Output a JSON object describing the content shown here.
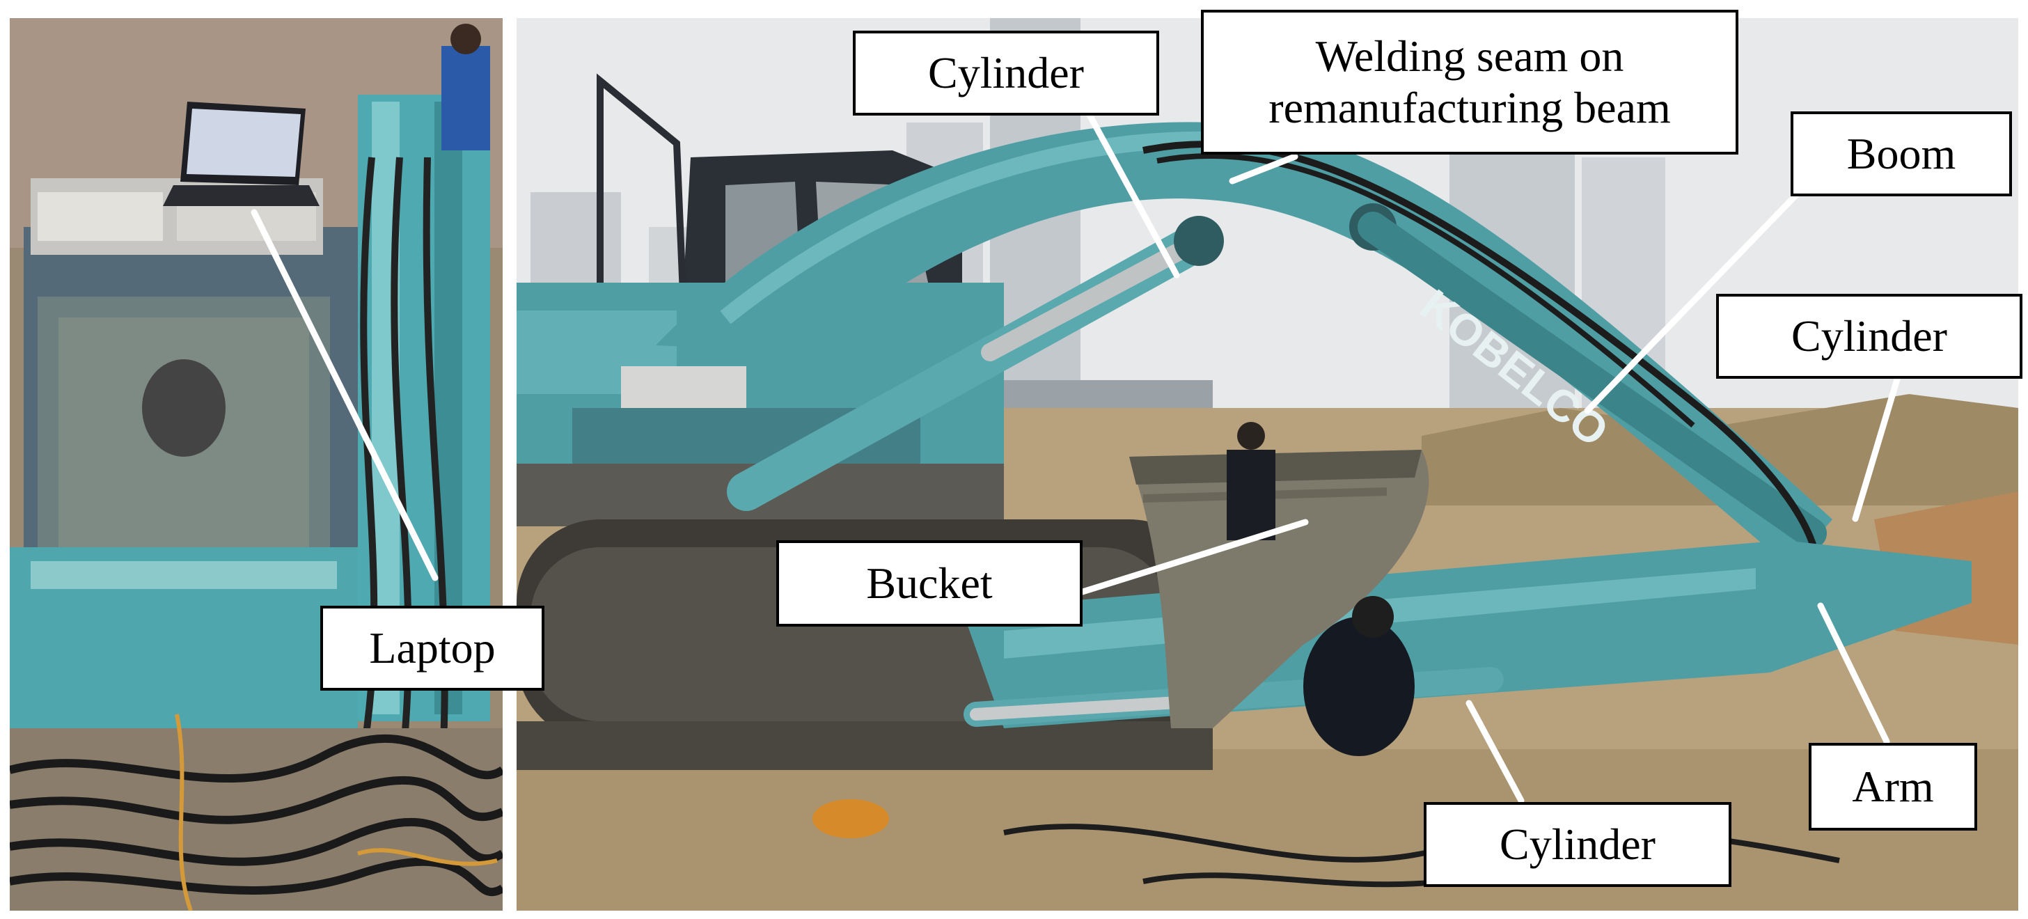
{
  "labels": {
    "laptop": "Laptop",
    "cylinder_top": "Cylinder",
    "welding_seam_line1": "Welding seam on",
    "welding_seam_line2": "remanufacturing beam",
    "boom": "Boom",
    "cylinder_right": "Cylinder",
    "bucket": "Bucket",
    "arm": "Arm",
    "cylinder_bottom": "Cylinder"
  },
  "photo_text": {
    "brand": "KOBELCO"
  },
  "colors": {
    "excavator_teal": "#4f9ea4",
    "sky": "#e7e9ea",
    "ground": "#b8a27e",
    "label_border": "#000000",
    "leader_line": "#ffffff"
  }
}
